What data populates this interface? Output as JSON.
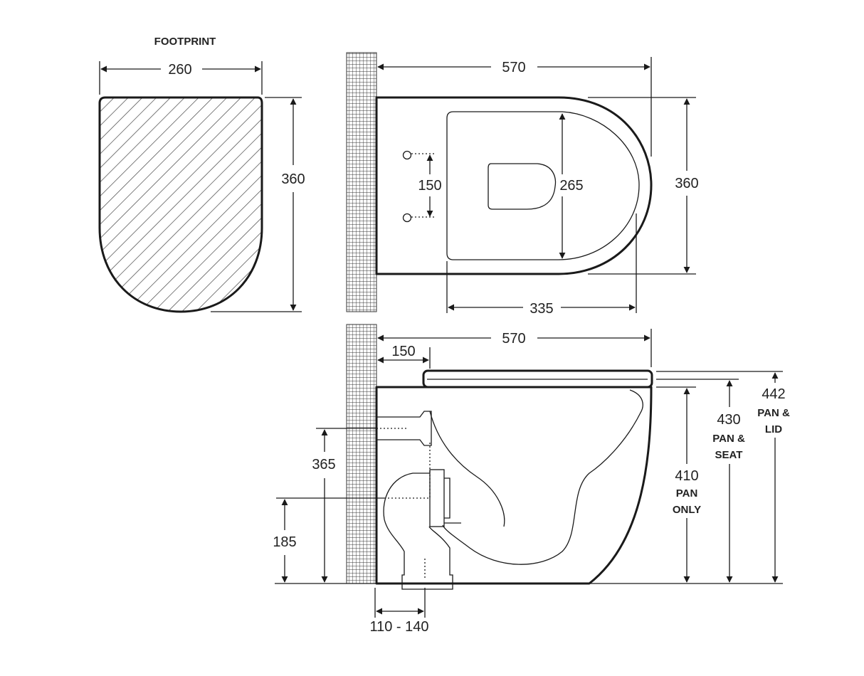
{
  "footprint": {
    "title": "FOOTPRINT",
    "width": "260",
    "depth": "360"
  },
  "plan_view": {
    "length": "570",
    "width": "360",
    "fixing_spacing": "150",
    "bowl_width": "265",
    "centre_offset": "335"
  },
  "side_view": {
    "length": "570",
    "inlet_offset": "150",
    "inlet_height": "365",
    "outlet_height": "185",
    "outlet_setout": "110 - 140",
    "height_pan": {
      "value": "410",
      "line1": "PAN",
      "line2": "ONLY"
    },
    "height_seat": {
      "value": "430",
      "line1": "PAN &",
      "line2": "SEAT"
    },
    "height_lid": {
      "value": "442",
      "line1": "PAN &",
      "line2": "LID"
    }
  }
}
